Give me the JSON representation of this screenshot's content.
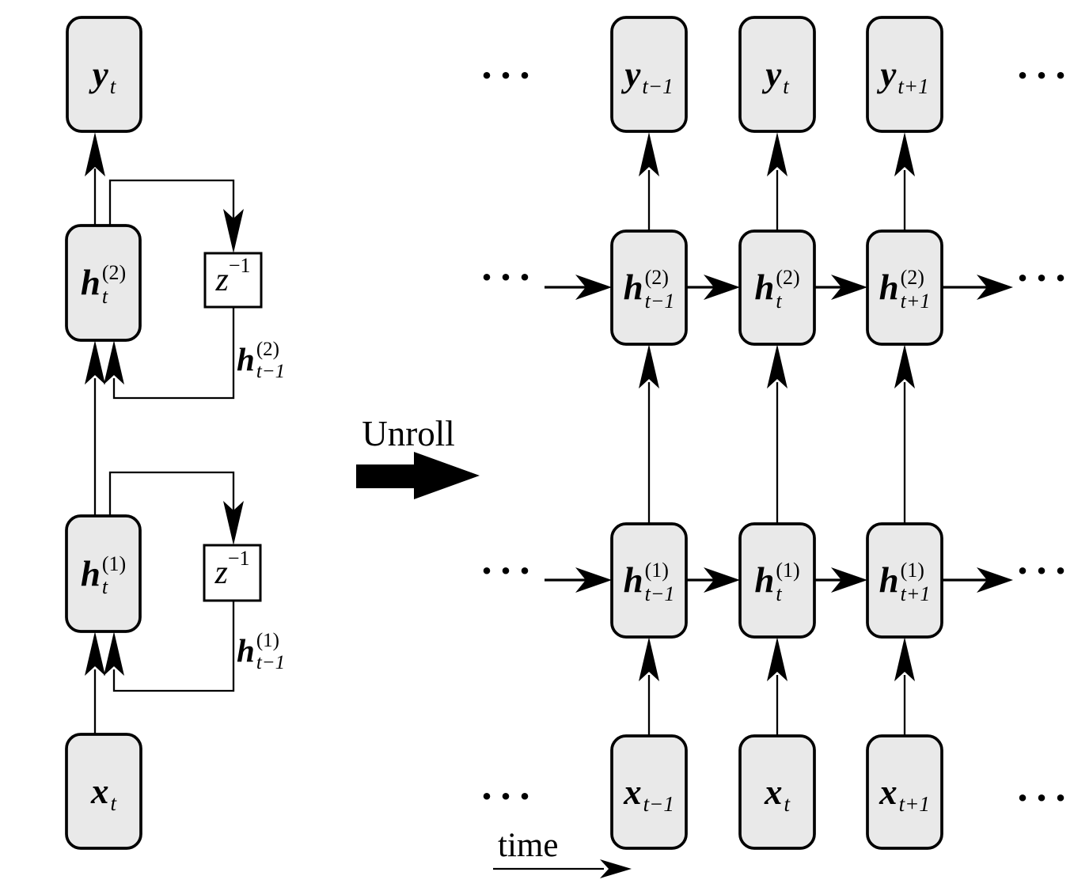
{
  "diagram": {
    "unroll_label": "Unroll",
    "time_label": "time",
    "ellipsis": "...",
    "colors": {
      "node_fill": "#e9e9e9",
      "stroke": "#000000",
      "delay_fill": "#ffffff",
      "background": "#ffffff"
    },
    "left": {
      "y": {
        "base": "y",
        "sub": "t"
      },
      "h2": {
        "base": "h",
        "sup": "(2)",
        "sub": "t"
      },
      "z2": {
        "base": "z",
        "sup": "−1"
      },
      "h2_prev": {
        "base": "h",
        "sup": "(2)",
        "sub": "t−1"
      },
      "h1": {
        "base": "h",
        "sup": "(1)",
        "sub": "t"
      },
      "z1": {
        "base": "z",
        "sup": "−1"
      },
      "h1_prev": {
        "base": "h",
        "sup": "(1)",
        "sub": "t−1"
      },
      "x": {
        "base": "x",
        "sub": "t"
      }
    },
    "right": {
      "y": [
        {
          "base": "y",
          "sub": "t−1"
        },
        {
          "base": "y",
          "sub": "t"
        },
        {
          "base": "y",
          "sub": "t+1"
        }
      ],
      "h2": [
        {
          "base": "h",
          "sup": "(2)",
          "sub": "t−1"
        },
        {
          "base": "h",
          "sup": "(2)",
          "sub": "t"
        },
        {
          "base": "h",
          "sup": "(2)",
          "sub": "t+1"
        }
      ],
      "h1": [
        {
          "base": "h",
          "sup": "(1)",
          "sub": "t−1"
        },
        {
          "base": "h",
          "sup": "(1)",
          "sub": "t"
        },
        {
          "base": "h",
          "sup": "(1)",
          "sub": "t+1"
        }
      ],
      "x": [
        {
          "base": "x",
          "sub": "t−1"
        },
        {
          "base": "x",
          "sub": "t"
        },
        {
          "base": "x",
          "sub": "t+1"
        }
      ]
    }
  }
}
